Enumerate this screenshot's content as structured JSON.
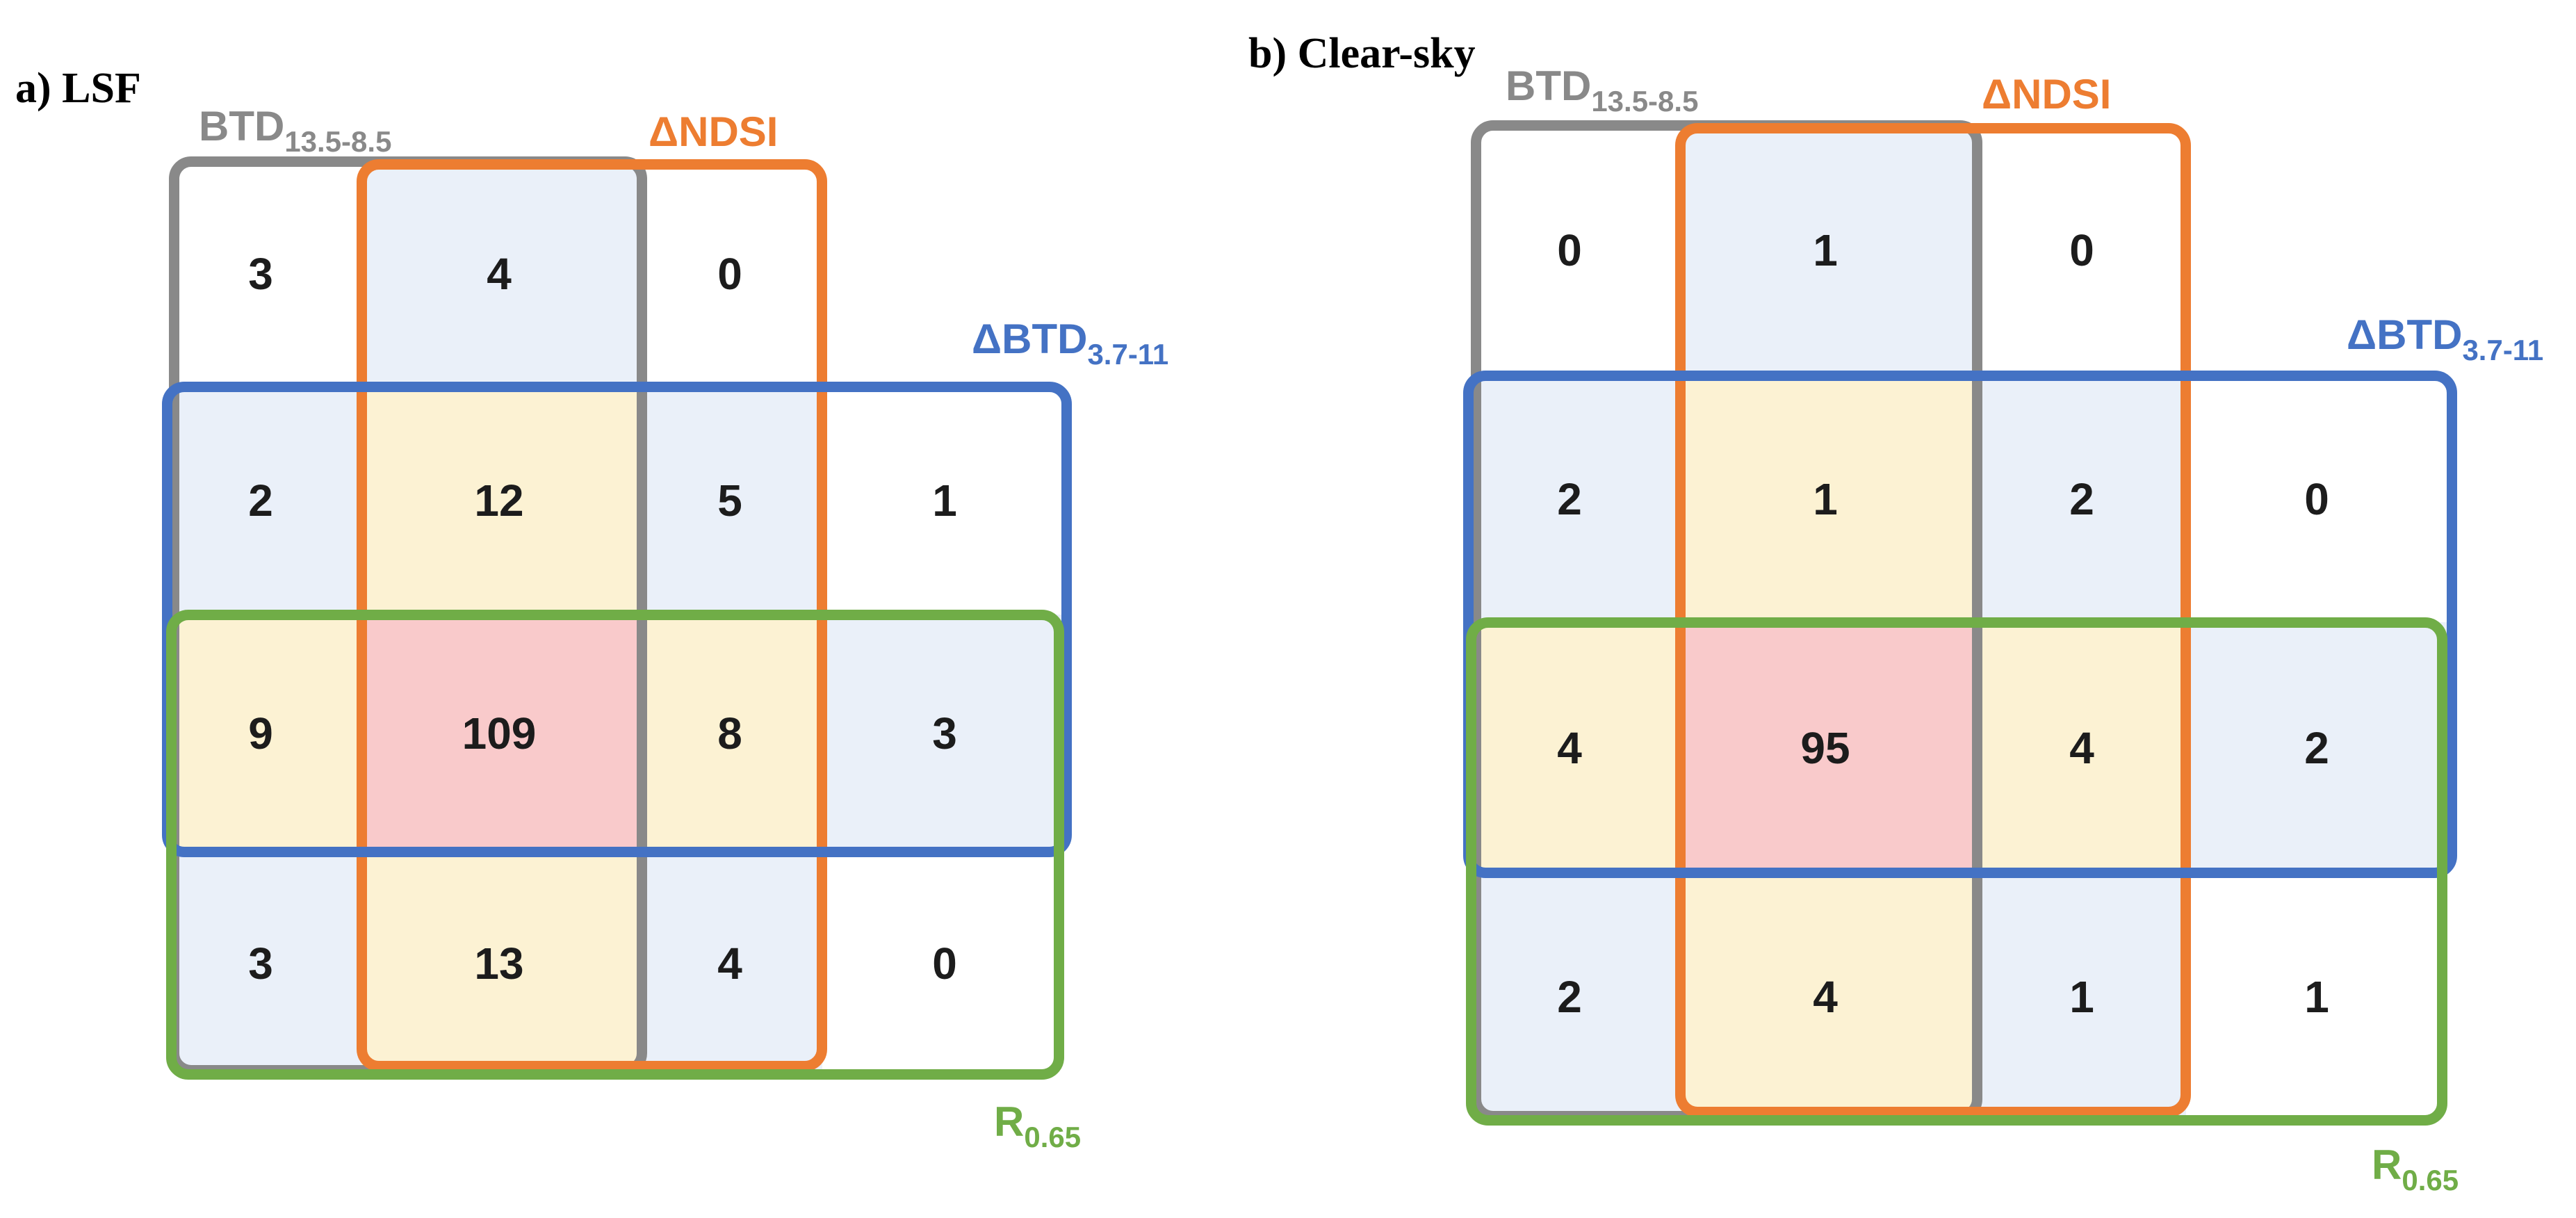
{
  "figure": {
    "description": "Two rectangular Venn diagrams of detection-test overlap counts",
    "colors": {
      "gray_set": "#898989",
      "orange_set": "#ED7D31",
      "blue_set": "#4472C4",
      "green_set": "#70AD47",
      "overlap_two": "#EAF0F9",
      "overlap_three": "#FCF2D3",
      "overlap_four": "#F9CACB",
      "count_text": "#1C1C1C"
    },
    "panels": [
      {
        "id": "a",
        "title": "a) LSF",
        "sets": [
          {
            "id": "btd",
            "main": "BTD",
            "sub": "13.5-8.5"
          },
          {
            "id": "ndsi",
            "main": "ΔNDSI",
            "sub": ""
          },
          {
            "id": "dbtd",
            "main": "ΔBTD",
            "sub": "3.7-11"
          },
          {
            "id": "r065",
            "main": "R",
            "sub": "0.65"
          }
        ],
        "counts": {
          "row1": [
            "3",
            "4",
            "0"
          ],
          "row2": [
            "2",
            "12",
            "5",
            "1"
          ],
          "row3": [
            "9",
            "109",
            "8",
            "3"
          ],
          "row4": [
            "3",
            "13",
            "4",
            "0"
          ]
        }
      },
      {
        "id": "b",
        "title": "b) Clear-sky",
        "sets": [
          {
            "id": "btd",
            "main": "BTD",
            "sub": "13.5-8.5"
          },
          {
            "id": "ndsi",
            "main": "ΔNDSI",
            "sub": ""
          },
          {
            "id": "dbtd",
            "main": "ΔBTD",
            "sub": "3.7-11"
          },
          {
            "id": "r065",
            "main": "R",
            "sub": "0.65"
          }
        ],
        "counts": {
          "row1": [
            "0",
            "1",
            "0"
          ],
          "row2": [
            "2",
            "1",
            "2",
            "0"
          ],
          "row3": [
            "4",
            "95",
            "4",
            "2"
          ],
          "row4": [
            "2",
            "4",
            "1",
            "1"
          ]
        }
      }
    ],
    "region_sets": {
      "row1": [
        "BTD only",
        "BTD ∩ ΔNDSI",
        "ΔNDSI only"
      ],
      "row2": [
        "BTD ∩ ΔBTD",
        "BTD ∩ ΔNDSI ∩ ΔBTD",
        "ΔNDSI ∩ ΔBTD",
        "ΔBTD only"
      ],
      "row3": [
        "BTD ∩ ΔBTD ∩ R",
        "BTD ∩ ΔNDSI ∩ ΔBTD ∩ R",
        "ΔNDSI ∩ ΔBTD ∩ R",
        "ΔBTD ∩ R"
      ],
      "row4": [
        "BTD ∩ R",
        "BTD ∩ ΔNDSI ∩ R",
        "ΔNDSI ∩ R",
        "R only"
      ]
    }
  }
}
